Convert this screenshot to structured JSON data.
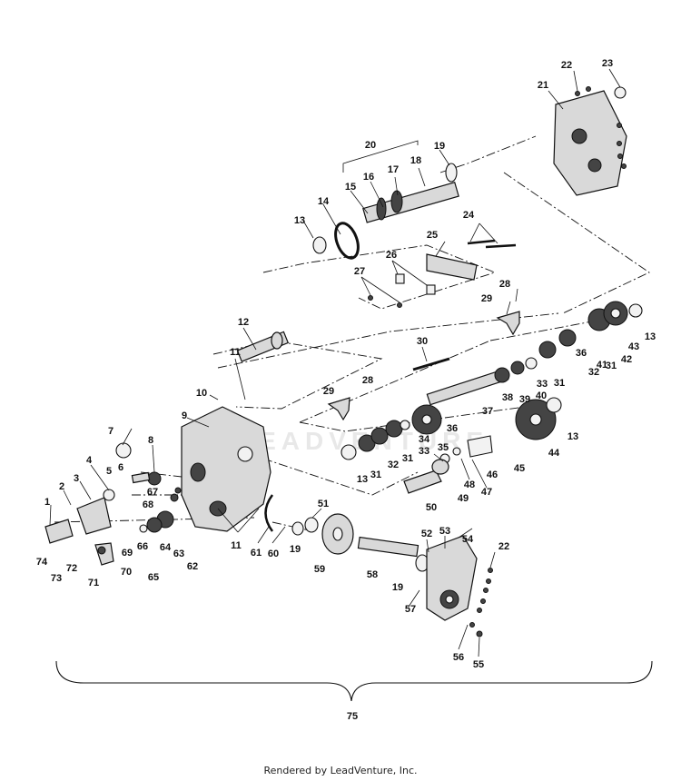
{
  "diagram": {
    "watermark": "LEADVENTURE",
    "footer": "Rendered by LeadVenture, Inc.",
    "callouts": {
      "1": "1",
      "2": "2",
      "3": "3",
      "4": "4",
      "5": "5",
      "6": "6",
      "7": "7",
      "8": "8",
      "9": "9",
      "10": "10",
      "11": "11",
      "12": "12",
      "13": "13",
      "14": "14",
      "15": "15",
      "16": "16",
      "17": "17",
      "18": "18",
      "19": "19",
      "20": "20",
      "21": "21",
      "22": "22",
      "23": "23",
      "24": "24",
      "25": "25",
      "26": "26",
      "27": "27",
      "28": "28",
      "29": "29",
      "30": "30",
      "31": "31",
      "32": "32",
      "33": "33",
      "34": "34",
      "35": "35",
      "36": "36",
      "37": "37",
      "38": "38",
      "39": "39",
      "40": "40",
      "41": "41",
      "42": "42",
      "43": "43",
      "44": "44",
      "45": "45",
      "46": "46",
      "47": "47",
      "48": "48",
      "49": "49",
      "50": "50",
      "51": "51",
      "52": "52",
      "53": "53",
      "54": "54",
      "55": "55",
      "56": "56",
      "57": "57",
      "58": "58",
      "59": "59",
      "60": "60",
      "61": "61",
      "62": "62",
      "63": "63",
      "64": "64",
      "65": "65",
      "66": "66",
      "67": "67",
      "68": "68",
      "69": "69",
      "70": "70",
      "71": "71",
      "72": "72",
      "73": "73",
      "74": "74",
      "75": "75"
    }
  }
}
